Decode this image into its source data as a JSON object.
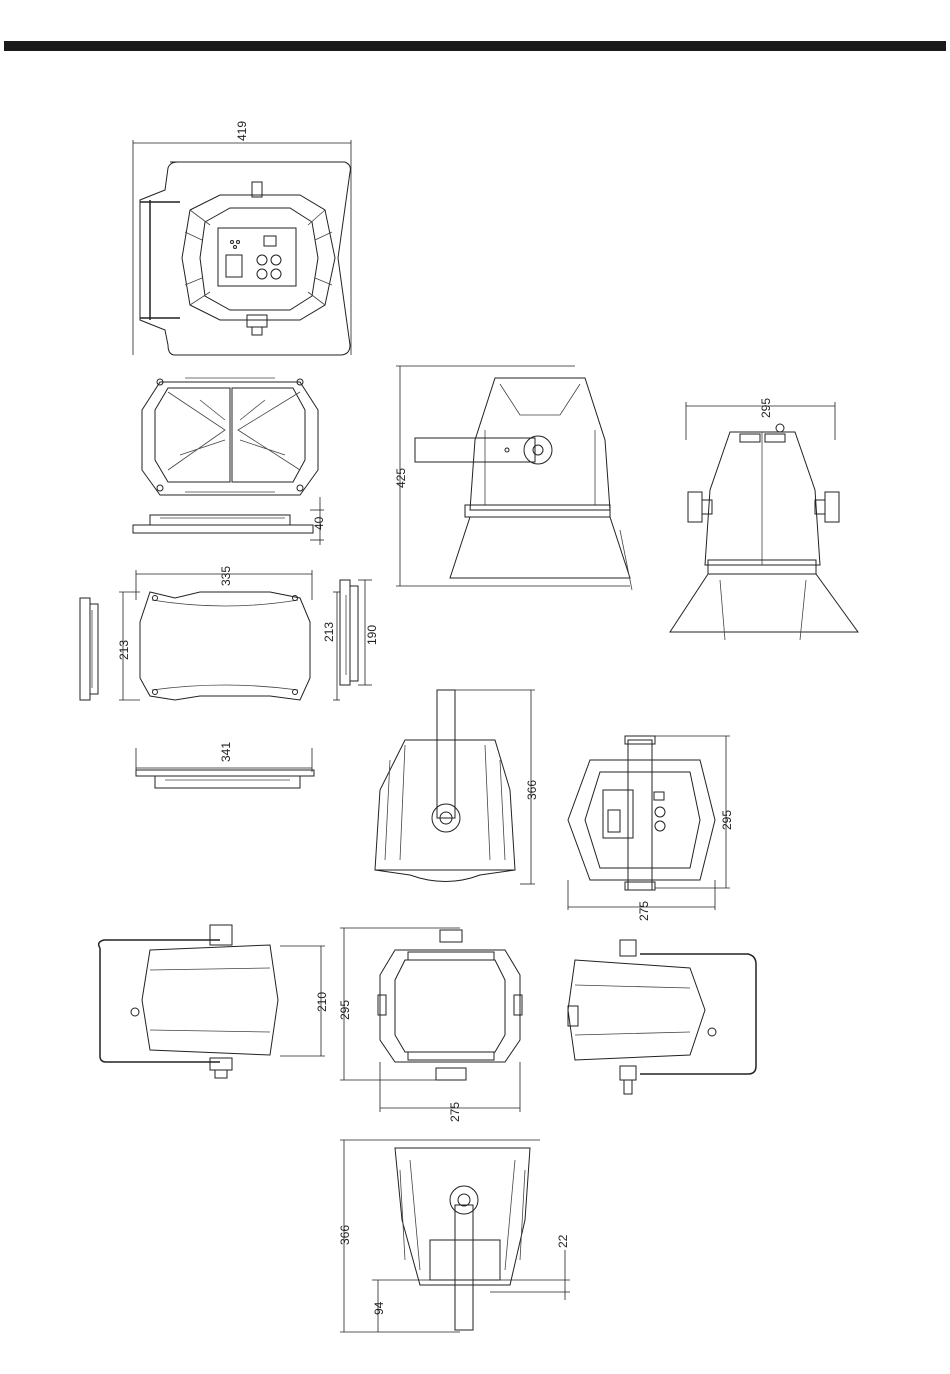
{
  "dimensions": {
    "top_view_width": "419",
    "base_height": "40",
    "base_length": "335",
    "base_width_left": "213",
    "base_width_right": "213",
    "base_side_height": "190",
    "base_bottom_length": "341",
    "side_view_height": "425",
    "front_view_width": "295",
    "rear_view_height": "366",
    "body_top_height": "295",
    "body_top_width": "275",
    "yoke_side_height": "210",
    "body_front_height": "295",
    "body_front_width": "275",
    "bottom_view_height": "366",
    "bottom_offset_22": "22",
    "bottom_offset_94": "94"
  }
}
